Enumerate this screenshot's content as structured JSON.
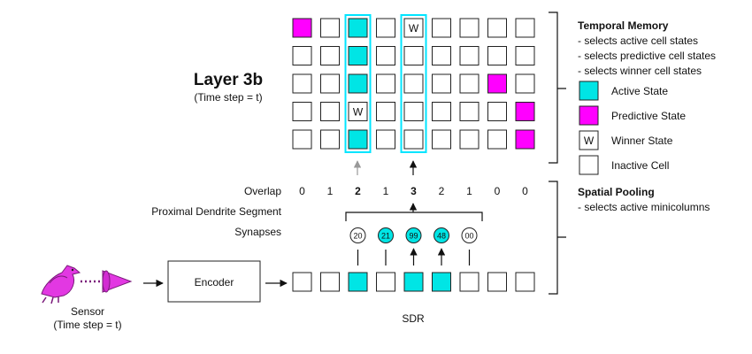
{
  "layer": {
    "title": "Layer 3b",
    "subtitle": "(Time step = t)"
  },
  "grid": {
    "rows": 5,
    "columns": 9,
    "cells": [
      [
        "predictive",
        "inactive",
        "active",
        "inactive",
        "winner",
        "inactive",
        "inactive",
        "inactive",
        "inactive"
      ],
      [
        "inactive",
        "inactive",
        "active",
        "inactive",
        "inactive",
        "inactive",
        "inactive",
        "inactive",
        "inactive"
      ],
      [
        "inactive",
        "inactive",
        "active",
        "inactive",
        "inactive",
        "inactive",
        "inactive",
        "predictive",
        "inactive"
      ],
      [
        "inactive",
        "inactive",
        "winner",
        "inactive",
        "inactive",
        "inactive",
        "inactive",
        "inactive",
        "predictive"
      ],
      [
        "inactive",
        "inactive",
        "active",
        "inactive",
        "inactive",
        "inactive",
        "inactive",
        "inactive",
        "predictive"
      ]
    ],
    "highlighted_columns": [
      2,
      4
    ],
    "winner_mark": "W"
  },
  "overlap": {
    "label": "Overlap",
    "values": [
      "0",
      "1",
      "2",
      "1",
      "3",
      "2",
      "1",
      "0",
      "0"
    ],
    "bold_indices": [
      2,
      4
    ]
  },
  "proximal": {
    "label": "Proximal Dendrite Segment"
  },
  "synapses": {
    "label": "Synapses",
    "items": [
      {
        "value": "20",
        "active": false,
        "column": 2
      },
      {
        "value": "21",
        "active": true,
        "column": 3
      },
      {
        "value": "99",
        "active": true,
        "column": 4
      },
      {
        "value": "48",
        "active": true,
        "column": 5
      },
      {
        "value": "00",
        "active": false,
        "column": 6
      }
    ]
  },
  "sdr": {
    "label": "SDR",
    "bits": [
      0,
      0,
      1,
      0,
      1,
      1,
      0,
      0,
      0
    ]
  },
  "encoder": {
    "label": "Encoder"
  },
  "sensor": {
    "label": "Sensor",
    "sublabel": "(Time step = t)"
  },
  "temporal_memory": {
    "title": "Temporal Memory",
    "lines": [
      "- selects active cell states",
      "- selects predictive cell states",
      "- selects winner cell states"
    ]
  },
  "legend": [
    {
      "state": "active",
      "label": "Active State"
    },
    {
      "state": "predictive",
      "label": "Predictive State"
    },
    {
      "state": "winner",
      "label": "Winner State",
      "mark": "W"
    },
    {
      "state": "inactive",
      "label": "Inactive Cell"
    }
  ],
  "spatial_pooling": {
    "title": "Spatial Pooling",
    "lines": [
      "- selects active minicolumns"
    ]
  },
  "colors": {
    "active": "#00e5e5",
    "predictive": "#ff00ff",
    "highlight": "#00e5ff",
    "bird": "#e238e2",
    "stroke": "#222222",
    "arrow_light": "#999999"
  }
}
